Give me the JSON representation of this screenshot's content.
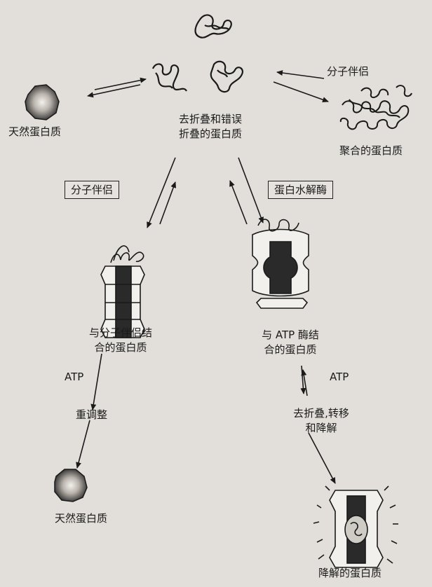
{
  "colors": {
    "background": "#e2dfda",
    "ink": "#1a1a1a",
    "protein_dark": "#2a2a2a"
  },
  "labels": {
    "misfolded": "去折叠和错误\n折叠的蛋白质",
    "native_top": "天然蛋白质",
    "chaperone_top": "分子伴侣",
    "aggregated": "聚合的蛋白质",
    "chaperone_box": "分子伴侣",
    "protease_box": "蛋白水解酶",
    "bound_chaperone": "与分子伴侣结\n合的蛋白质",
    "bound_atp_enzyme": "与 ATP 酶结\n合的蛋白质",
    "atp_left": "ATP",
    "atp_right": "ATP",
    "readjust": "重调整",
    "unfold_transfer": "去折叠,转移\n和降解",
    "native_bottom": "天然蛋白质",
    "degraded": "降解的蛋白质"
  }
}
